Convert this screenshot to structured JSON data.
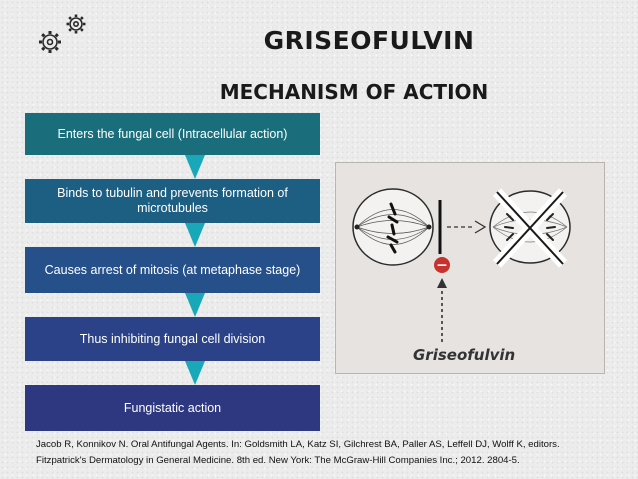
{
  "title": "GRISEOFULVIN",
  "subtitle": "MECHANISM OF ACTION",
  "steps": [
    {
      "label": "Enters the fungal cell (Intracellular action)",
      "color": "#1a6e7c"
    },
    {
      "label": "Binds to tubulin and prevents formation of microtubules",
      "color": "#1c5f83"
    },
    {
      "label": "Causes arrest of mitosis (at metaphase stage)",
      "color": "#25508a"
    },
    {
      "label": "Thus inhibiting fungal cell division",
      "color": "#2b4289"
    },
    {
      "label": "Fungistatic action",
      "color": "#2e3880"
    }
  ],
  "figure": {
    "drug_label": "Griseofulvin",
    "inhibition_symbol": "−"
  },
  "reference": {
    "line1": "Jacob R, Konnikov N. Oral Antifungal Agents. In: Goldsmith LA, Katz SI, Gilchrest BA, Paller AS, Leffell DJ, Wolff K, editors.",
    "line2": "Fitzpatrick's Dermatology in General Medicine. 8th ed. New York: The McGraw-Hill Companies Inc.; 2012. 2804-5."
  },
  "colors": {
    "arrow": "#18a8b8",
    "inhibit_red": "#c8312d",
    "figure_bg": "#e6e3e0"
  }
}
